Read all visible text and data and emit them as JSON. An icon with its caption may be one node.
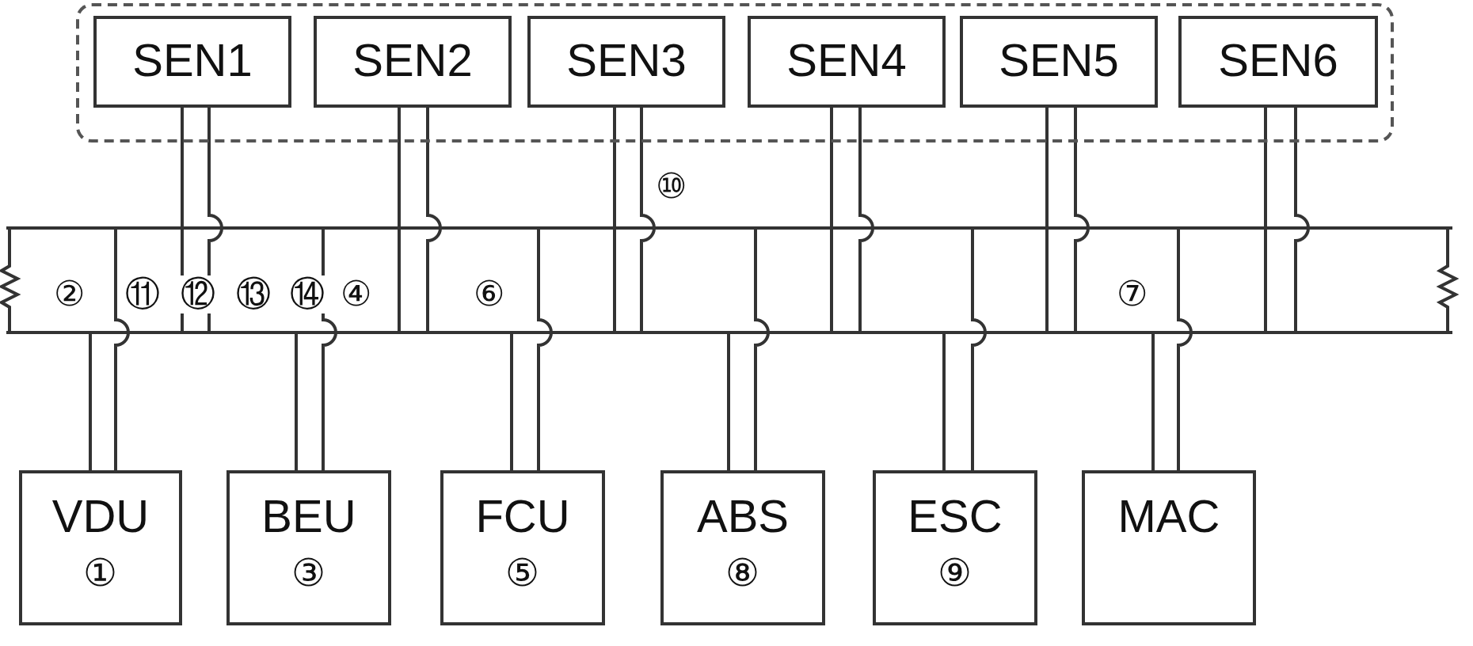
{
  "diagram": {
    "nodes": [
      {
        "text": [],
        "shape": "box"
      },
      {
        "text": [
          "SEN1"
        ],
        "in": 0
      },
      {
        "text": [
          "SEN2"
        ],
        "in": 0
      },
      {
        "text": [
          "SEN3"
        ],
        "in": 0
      },
      {
        "text": [
          "SEN4"
        ],
        "in": 0
      },
      {
        "text": [
          "SEN5"
        ],
        "in": 0
      },
      {
        "text": [
          "SEN6"
        ],
        "in": 0
      },
      {
        "text": [],
        "shape": "bar"
      },
      {
        "text": [],
        "shape": "bar"
      },
      {
        "text": [
          "VDU",
          "①"
        ]
      },
      {
        "text": [
          "BEU",
          "③"
        ]
      },
      {
        "text": [
          "FCU",
          "⑤"
        ]
      },
      {
        "text": [
          "ABS",
          "⑧"
        ]
      },
      {
        "text": [
          "ESC",
          "⑨"
        ]
      },
      {
        "text": [
          "MAC"
        ]
      }
    ],
    "edges": [
      {
        "from": 1,
        "to": 8,
        "arrow": "none"
      },
      {
        "from": 1,
        "to": 8,
        "arrow": "none"
      },
      {
        "from": 2,
        "to": 8,
        "arrow": "none"
      },
      {
        "from": 2,
        "to": 8,
        "arrow": "none"
      },
      {
        "from": 3,
        "to": 8,
        "arrow": "none"
      },
      {
        "from": 3,
        "to": 8,
        "arrow": "none"
      },
      {
        "from": 4,
        "to": 8,
        "arrow": "none"
      },
      {
        "from": 4,
        "to": 8,
        "arrow": "none"
      },
      {
        "from": 5,
        "to": 8,
        "arrow": "none"
      },
      {
        "from": 5,
        "to": 8,
        "arrow": "none"
      },
      {
        "from": 6,
        "to": 8,
        "arrow": "none"
      },
      {
        "from": 6,
        "to": 8,
        "arrow": "none"
      },
      {
        "from": 9,
        "to": 8,
        "arrow": "none"
      },
      {
        "from": 9,
        "to": 7,
        "arrow": "none"
      },
      {
        "from": 10,
        "to": 8,
        "arrow": "none"
      },
      {
        "from": 10,
        "to": 7,
        "arrow": "none"
      },
      {
        "from": 11,
        "to": 8,
        "arrow": "none"
      },
      {
        "from": 11,
        "to": 7,
        "arrow": "none"
      },
      {
        "from": 12,
        "to": 8,
        "arrow": "none"
      },
      {
        "from": 12,
        "to": 7,
        "arrow": "none"
      },
      {
        "from": 13,
        "to": 8,
        "arrow": "none"
      },
      {
        "from": 13,
        "to": 7,
        "arrow": "none"
      },
      {
        "from": 14,
        "to": 8,
        "arrow": "none"
      },
      {
        "from": 14,
        "to": 7,
        "arrow": "none"
      }
    ],
    "labels": [
      "⑩",
      "②",
      "⑪",
      "⑫",
      "⑬",
      "⑭",
      "④",
      "⑥",
      "⑦"
    ]
  }
}
